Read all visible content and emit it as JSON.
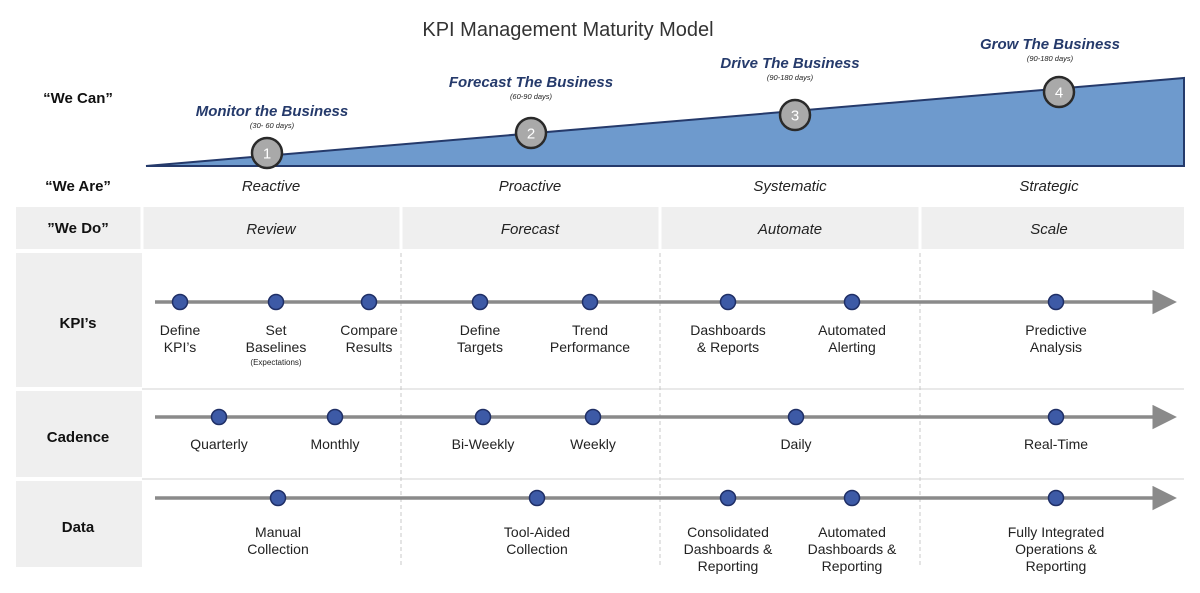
{
  "title": "KPI Management Maturity Model",
  "colors": {
    "wedge_fill": "#6e9acd",
    "wedge_stroke": "#253a6b",
    "node_fill": "#3d5aa6",
    "node_stroke": "#1f2f66",
    "axis_line": "#8a8a8a",
    "band_fill": "#efefef"
  },
  "row_headers": {
    "we_can": "“We Can”",
    "we_are": "“We Are”",
    "we_do": "”We Do”",
    "kpis": "KPI’s",
    "cadence": "Cadence",
    "data": "Data"
  },
  "levels": [
    {
      "number": "1",
      "name": "Monitor the Business",
      "days": "(30- 60 days)",
      "we_are": "Reactive",
      "we_do": "Review"
    },
    {
      "number": "2",
      "name": "Forecast The Business",
      "days": "(60-90 days)",
      "we_are": "Proactive",
      "we_do": "Forecast"
    },
    {
      "number": "3",
      "name": "Drive The Business",
      "days": "(90-180 days)",
      "we_are": "Systematic",
      "we_do": "Automate"
    },
    {
      "number": "4",
      "name": "Grow The Business",
      "days": "(90-180 days)",
      "we_are": "Strategic",
      "we_do": "Scale"
    }
  ],
  "kpis": {
    "items": [
      {
        "lines": [
          "Define",
          "KPI’s"
        ]
      },
      {
        "lines": [
          "Set",
          "Baselines"
        ],
        "sub": "(Expectations)"
      },
      {
        "lines": [
          "Compare",
          "Results"
        ]
      },
      {
        "lines": [
          "Define",
          "Targets"
        ]
      },
      {
        "lines": [
          "Trend",
          "Performance"
        ]
      },
      {
        "lines": [
          "Dashboards",
          "& Reports"
        ]
      },
      {
        "lines": [
          "Automated",
          "Alerting"
        ]
      },
      {
        "lines": [
          "Predictive",
          "Analysis"
        ]
      }
    ]
  },
  "cadence": {
    "items": [
      {
        "lines": [
          "Quarterly"
        ]
      },
      {
        "lines": [
          "Monthly"
        ]
      },
      {
        "lines": [
          "Bi-Weekly"
        ]
      },
      {
        "lines": [
          "Weekly"
        ]
      },
      {
        "lines": [
          "Daily"
        ]
      },
      {
        "lines": [
          "Real-Time"
        ]
      }
    ]
  },
  "data": {
    "items": [
      {
        "lines": [
          "Manual",
          "Collection"
        ]
      },
      {
        "lines": [
          "Tool-Aided",
          "Collection"
        ]
      },
      {
        "lines": [
          "Consolidated",
          "Dashboards &",
          "Reporting"
        ]
      },
      {
        "lines": [
          "Automated",
          "Dashboards &",
          "Reporting"
        ]
      },
      {
        "lines": [
          "Fully Integrated",
          "Operations &",
          "Reporting"
        ]
      }
    ]
  }
}
